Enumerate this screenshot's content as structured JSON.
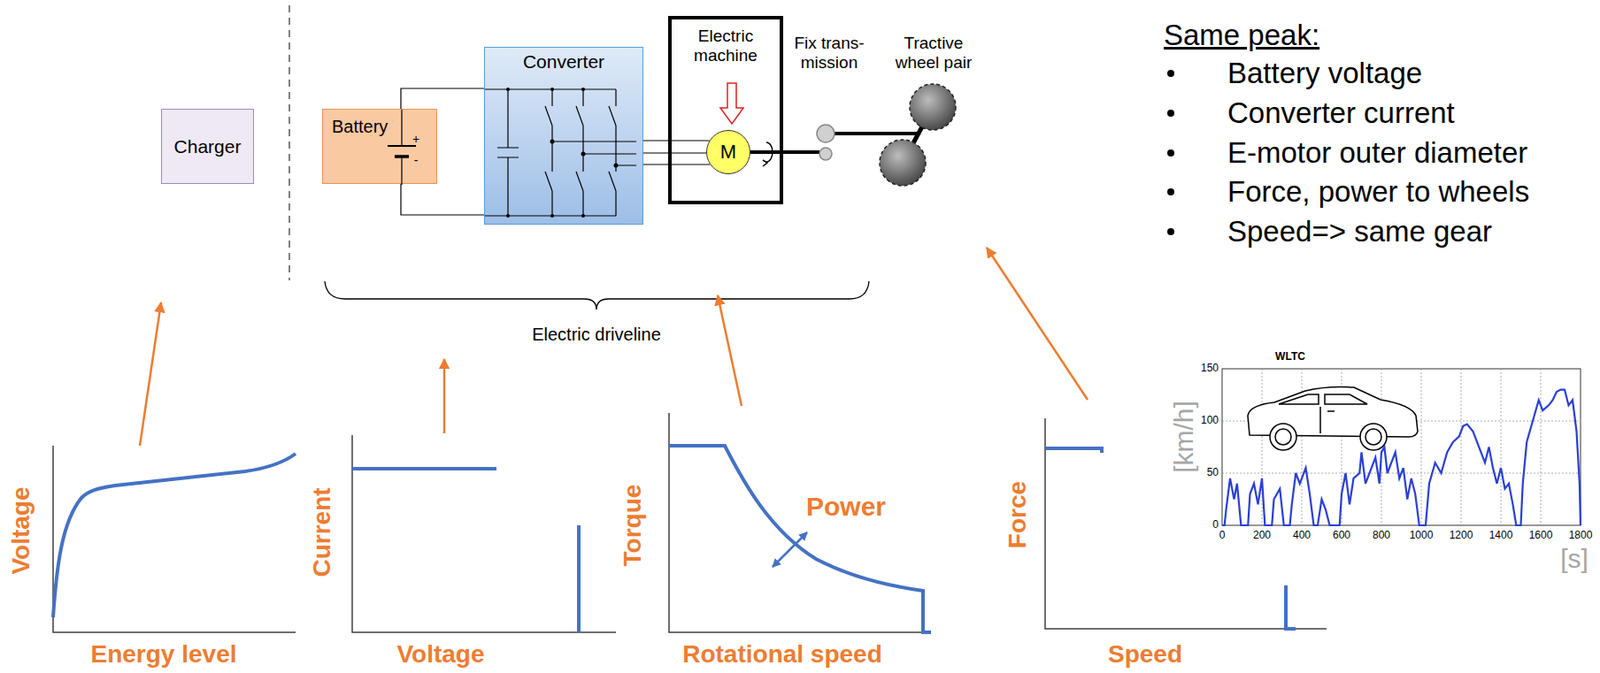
{
  "diagram": {
    "nodes": [
      {
        "text": [
          "Charger"
        ]
      },
      {
        "text": [
          "Battery"
        ]
      },
      {
        "text": [
          "Converter"
        ]
      },
      {
        "text": [
          "Electric machine"
        ]
      },
      {
        "text": [
          "M"
        ],
        "in": 3
      }
    ],
    "edges": [
      {
        "from": 1,
        "to": 2,
        "arrow": "none"
      },
      {
        "from": 1,
        "to": 2,
        "arrow": "none"
      },
      {
        "from": 2,
        "to": 4,
        "arrow": "none"
      },
      {
        "from": 2,
        "to": 4,
        "arrow": "none"
      },
      {
        "from": 2,
        "to": 4,
        "arrow": "none"
      }
    ],
    "labels": [
      "+",
      "-",
      "Fix trans- mission",
      "Tractive wheel pair",
      "Electric driveline",
      "Same peak:",
      "Battery voltage",
      "Converter current",
      "E-motor outer diameter",
      "Force, power to wheels",
      "Speed=> same gear",
      "Voltage",
      "Energy level",
      "Current",
      "Voltage",
      "Torque",
      "Rotational speed",
      "Power",
      "Force",
      "Speed",
      "WLTC",
      "[km/h]",
      "[s]",
      "150",
      "100",
      "50",
      "0",
      "0",
      "200",
      "400",
      "600",
      "800",
      "1000",
      "1200",
      "1400",
      "1600",
      "1800"
    ]
  }
}
